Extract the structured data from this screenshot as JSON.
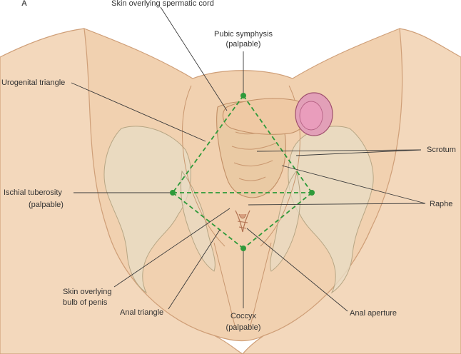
{
  "panel_label": "A",
  "labels": {
    "spermatic_cord": "Skin overlying spermatic cord",
    "pubic_symphysis_1": "Pubic symphysis",
    "pubic_symphysis_2": "(palpable)",
    "urogenital_triangle": "Urogenital triangle",
    "scrotum": "Scrotum",
    "ischial_tuberosity_1": "Ischial tuberosity",
    "ischial_tuberosity_2": "(palpable)",
    "raphe": "Raphe",
    "bulb_of_penis_1": "Skin overlying",
    "bulb_of_penis_2": "bulb of penis",
    "anal_triangle": "Anal triangle",
    "anal_aperture": "Anal aperture",
    "coccyx_1": "Coccyx",
    "coccyx_2": "(palpable)"
  },
  "colors": {
    "skin": "#f1d1b0",
    "bone": "#e8dcc4",
    "boundary_dashed": "#2e9a3a",
    "glans": "#e2a0b8"
  }
}
